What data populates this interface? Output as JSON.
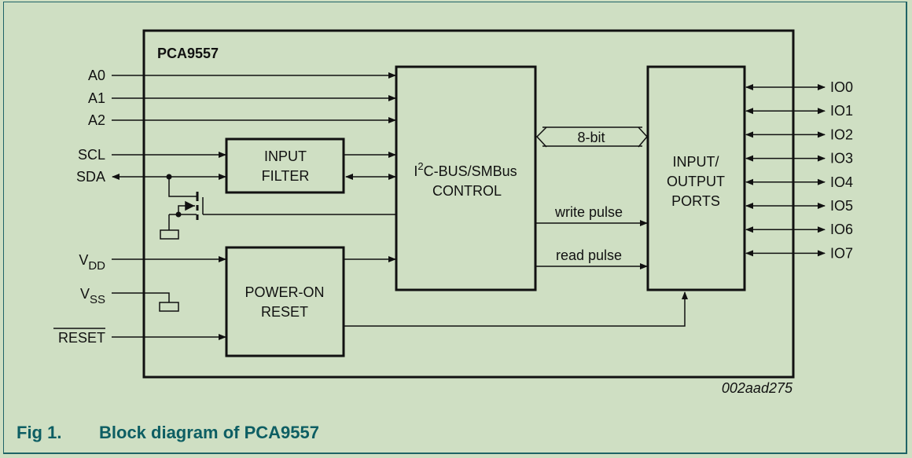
{
  "diagram": {
    "chip_name": "PCA9557",
    "figure_id": "002aad275",
    "blocks": {
      "input_filter": [
        "INPUT",
        "FILTER"
      ],
      "bus_control_prefix": "I",
      "bus_control_sup": "2",
      "bus_control_rest": "C-BUS/SMBus",
      "bus_control_line2": "CONTROL",
      "io_ports": [
        "INPUT/",
        "OUTPUT",
        "PORTS"
      ],
      "power_on_reset": [
        "POWER-ON",
        "RESET"
      ]
    },
    "inputs": {
      "a0": "A0",
      "a1": "A1",
      "a2": "A2",
      "scl": "SCL",
      "sda": "SDA",
      "vdd_main": "V",
      "vdd_sub": "DD",
      "vss_main": "V",
      "vss_sub": "SS",
      "reset": "RESET"
    },
    "bus_labels": {
      "bus_width": "8-bit",
      "write_pulse": "write pulse",
      "read_pulse": "read pulse"
    },
    "io_pins": [
      "IO0",
      "IO1",
      "IO2",
      "IO3",
      "IO4",
      "IO5",
      "IO6",
      "IO7"
    ]
  },
  "caption": {
    "number": "Fig 1.",
    "title": "Block diagram of PCA9557"
  }
}
